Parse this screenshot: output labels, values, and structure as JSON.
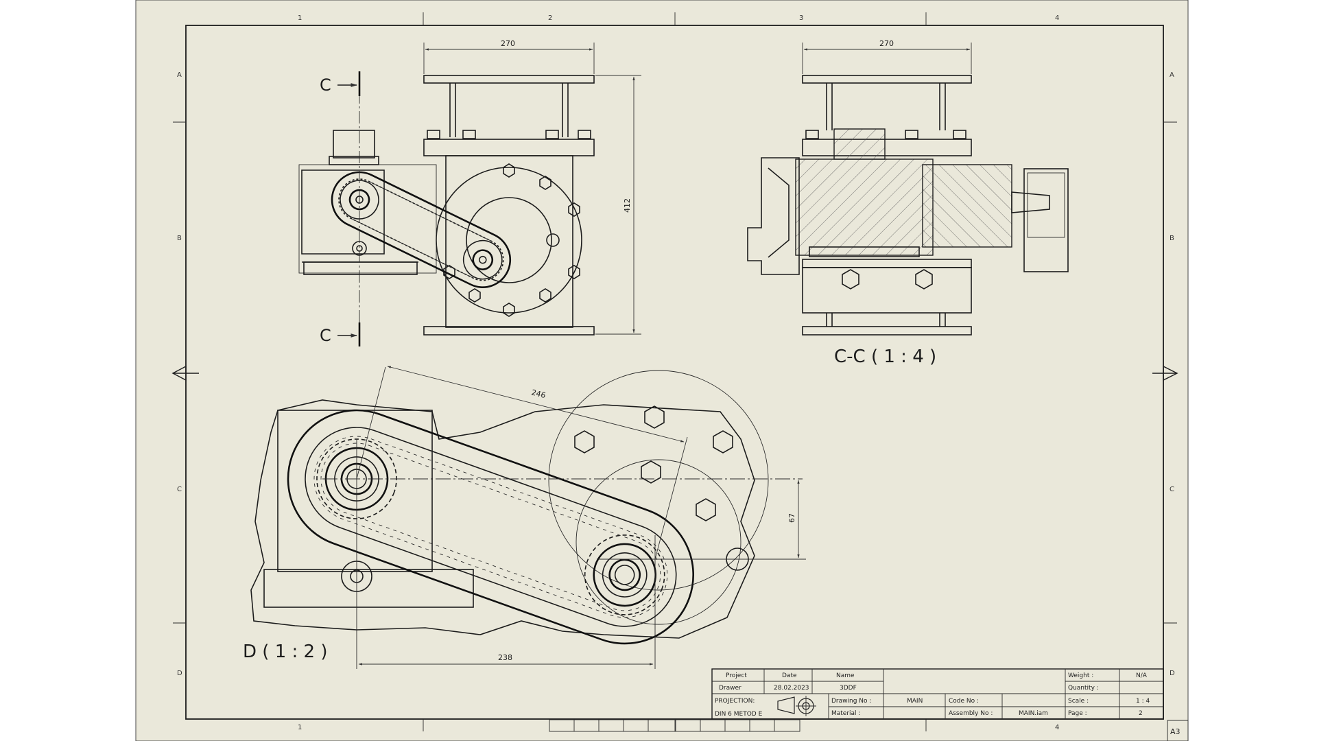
{
  "sheet": {
    "size": "A3",
    "paper_color": "#eae8da",
    "line_color": "#1c1c1c"
  },
  "zones": {
    "columns": [
      "1",
      "2",
      "3",
      "4"
    ],
    "rows": [
      "A",
      "B",
      "C",
      "D"
    ]
  },
  "views": {
    "front": {
      "section_mark": "C",
      "dim_width": "270",
      "dim_height": "412"
    },
    "section": {
      "label": "C-C ( 1 : 4 )",
      "dim_width": "270"
    },
    "detail": {
      "label": "D ( 1 : 2 )",
      "dim_center_distance": "246",
      "dim_horizontal": "238",
      "dim_vertical": "67"
    }
  },
  "title_block": {
    "project_label": "Project",
    "date_label": "Date",
    "name_label": "Name",
    "drawer_label": "Drawer",
    "date_value": "28.02.2023",
    "name_value": "3DDF",
    "projection_label": "PROJECTION:",
    "projection_value": "DIN 6 METOD E",
    "drawing_no_label": "Drawing No :",
    "drawing_no_value": "MAIN",
    "code_no_label": "Code No :",
    "code_no_value": "",
    "material_label": "Material :",
    "material_value": "",
    "assembly_no_label": "Assembly No :",
    "assembly_no_value": "MAIN.iam",
    "weight_label": "Weight :",
    "weight_value": "N/A",
    "quantity_label": "Quantity :",
    "quantity_value": "",
    "scale_label": "Scale :",
    "scale_value": "1 : 4",
    "page_label": "Page :",
    "page_value": "2"
  }
}
